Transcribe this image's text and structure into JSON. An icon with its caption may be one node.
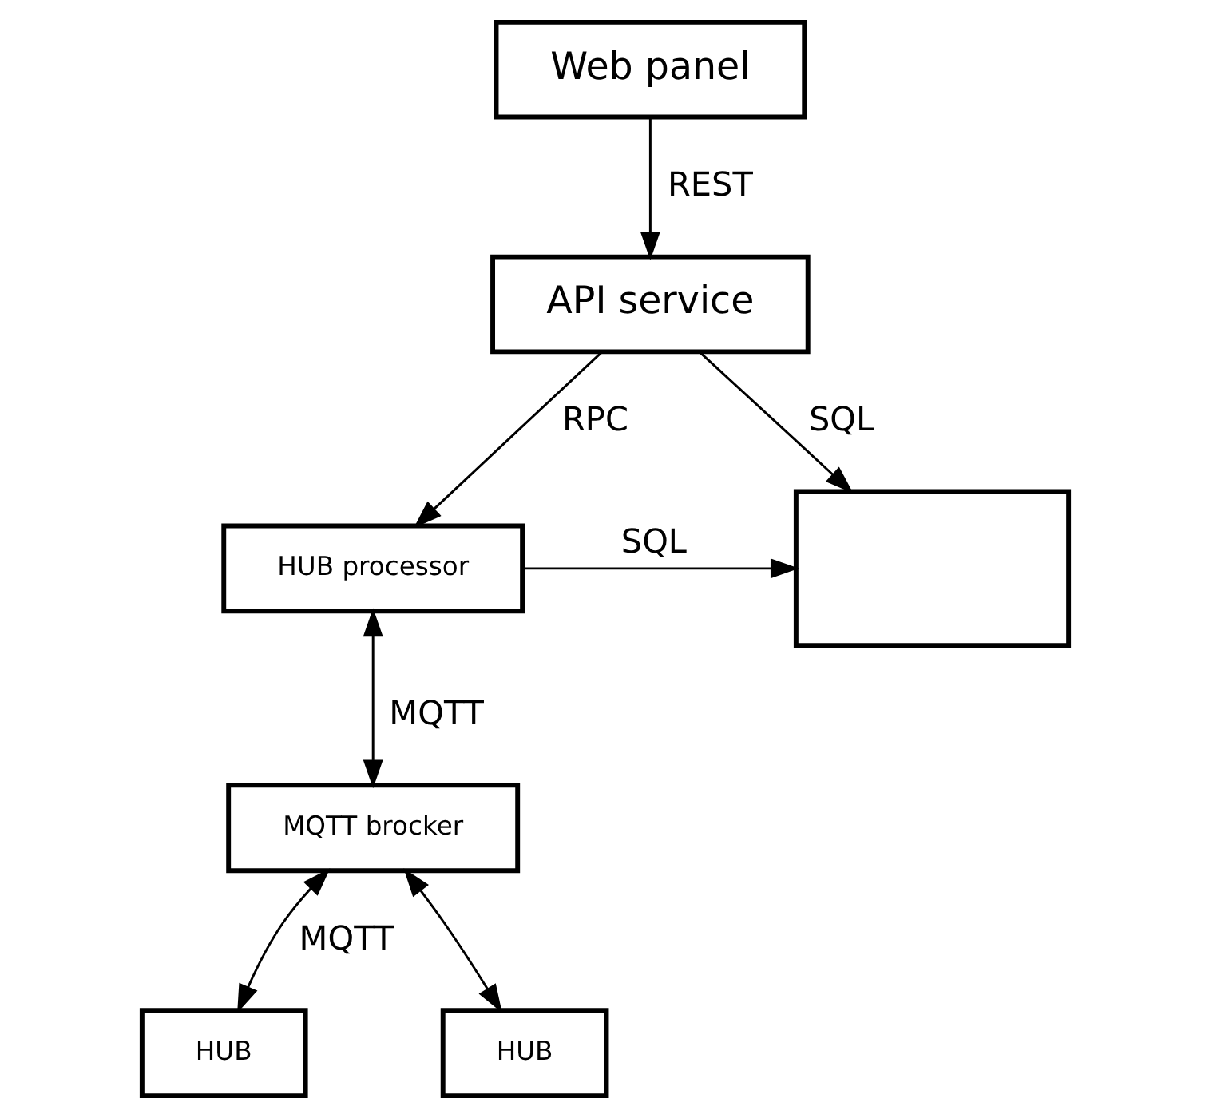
{
  "diagram": {
    "nodes": [
      {
        "text": [
          "Web panel"
        ]
      },
      {
        "text": [
          "API service"
        ]
      },
      {
        "text": [
          "HUB processor"
        ]
      },
      {
        "text": [],
        "shape": "box"
      },
      {
        "text": [
          "MQTT brocker"
        ]
      },
      {
        "text": [
          "HUB"
        ]
      },
      {
        "text": [
          "HUB"
        ]
      }
    ],
    "edges": [
      {
        "from": 0,
        "to": 1,
        "arrow": "to",
        "label": "REST"
      },
      {
        "from": 1,
        "to": 2,
        "arrow": "to",
        "label": "RPC"
      },
      {
        "from": 1,
        "to": 3,
        "arrow": "to",
        "label": "SQL"
      },
      {
        "from": 2,
        "to": 3,
        "arrow": "to",
        "label": "SQL"
      },
      {
        "from": 2,
        "to": 4,
        "arrow": "both",
        "label": "MQTT"
      },
      {
        "from": 4,
        "to": 5,
        "arrow": "both",
        "label": "MQTT"
      },
      {
        "from": 4,
        "to": 6,
        "arrow": "both"
      }
    ]
  }
}
